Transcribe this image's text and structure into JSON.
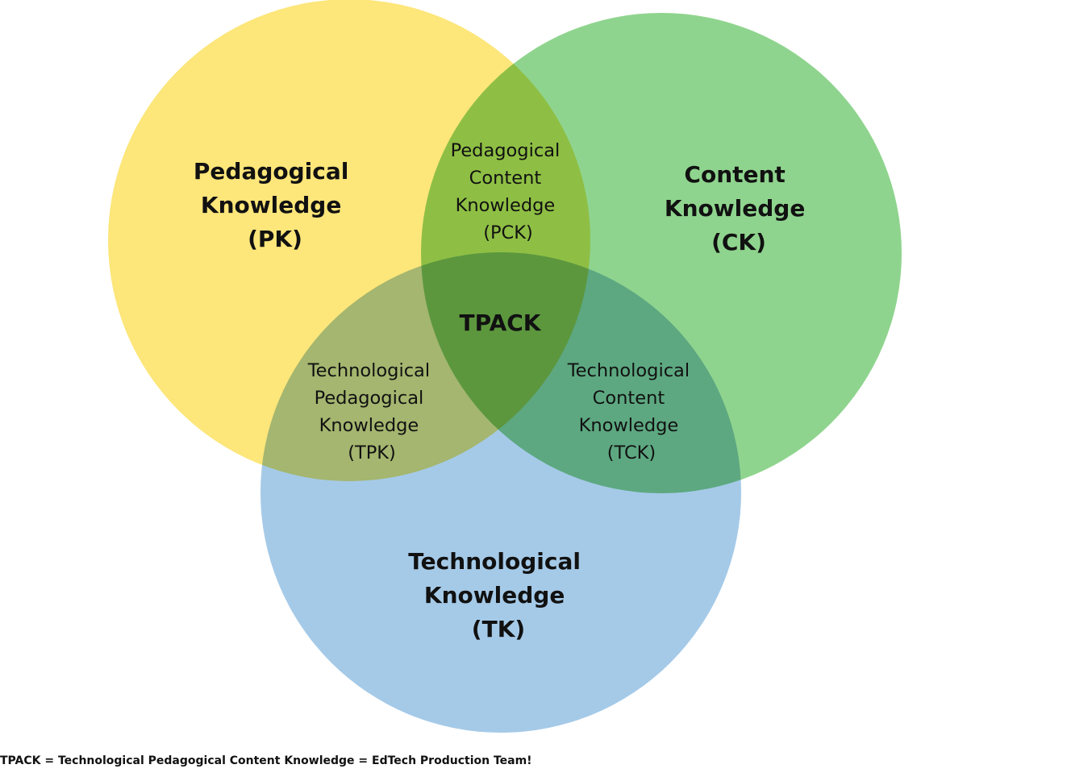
{
  "colors": {
    "pedagogical": "#fde67a",
    "content": "#8fd48e",
    "technological": "#a5cae8",
    "text": "#111111",
    "background": "#ffffff"
  },
  "circles": {
    "pk": {
      "lines": [
        "Pedagogical",
        "Knowledge",
        "(PK)"
      ]
    },
    "ck": {
      "lines": [
        "Content",
        "Knowledge",
        "(CK)"
      ]
    },
    "tk": {
      "lines": [
        "Technological",
        "Knowledge",
        "(TK)"
      ]
    }
  },
  "overlaps": {
    "pck": {
      "lines": [
        "Pedagogical",
        "Content",
        "Knowledge",
        "(PCK)"
      ]
    },
    "tpk": {
      "lines": [
        "Technological",
        "Pedagogical",
        "Knowledge",
        "(TPK)"
      ]
    },
    "tck": {
      "lines": [
        "Technological",
        "Content",
        "Knowledge",
        "(TCK)"
      ]
    }
  },
  "center": {
    "label": "TPACK"
  },
  "caption": "TPACK = Technological Pedagogical Content Knowledge = EdTech Production Team!"
}
